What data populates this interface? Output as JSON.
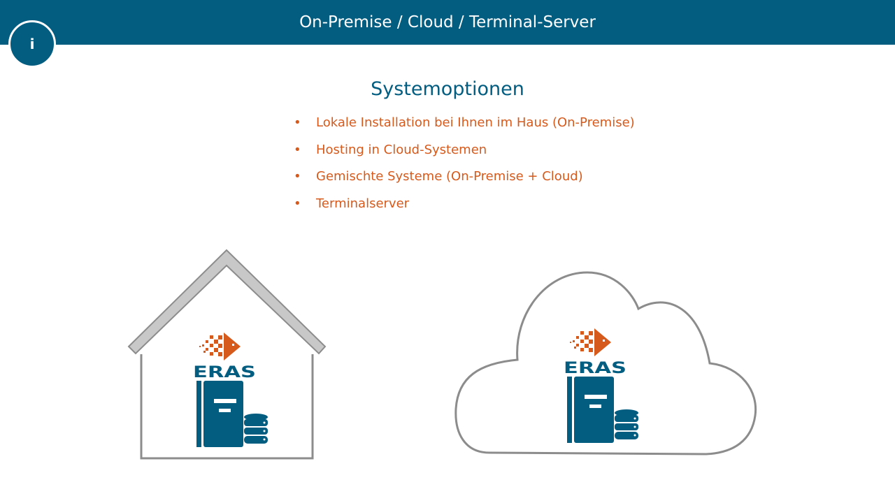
{
  "header": {
    "title": "On-Premise / Cloud / Terminal-Server"
  },
  "info_button": {
    "label": "i",
    "icon": "info-icon"
  },
  "content": {
    "title": "Systemoptionen",
    "bullet_glyph": "•",
    "bullets": [
      "Lokale Installation bei Ihnen im Haus (On-Premise)",
      "Hosting in Cloud-Systemen",
      "Gemischte Systeme (On-Premise  + Cloud)",
      "Terminalserver"
    ]
  },
  "illustrations": {
    "house": {
      "logo_text": "ERAS",
      "icon": "house-icon"
    },
    "cloud": {
      "logo_text": "ERAS",
      "icon": "cloud-icon"
    }
  },
  "colors": {
    "brand_blue": "#025d81",
    "accent_orange": "#d65a1c",
    "outline_gray": "#8c8c8c",
    "roof_gray": "#c8c8c8"
  }
}
